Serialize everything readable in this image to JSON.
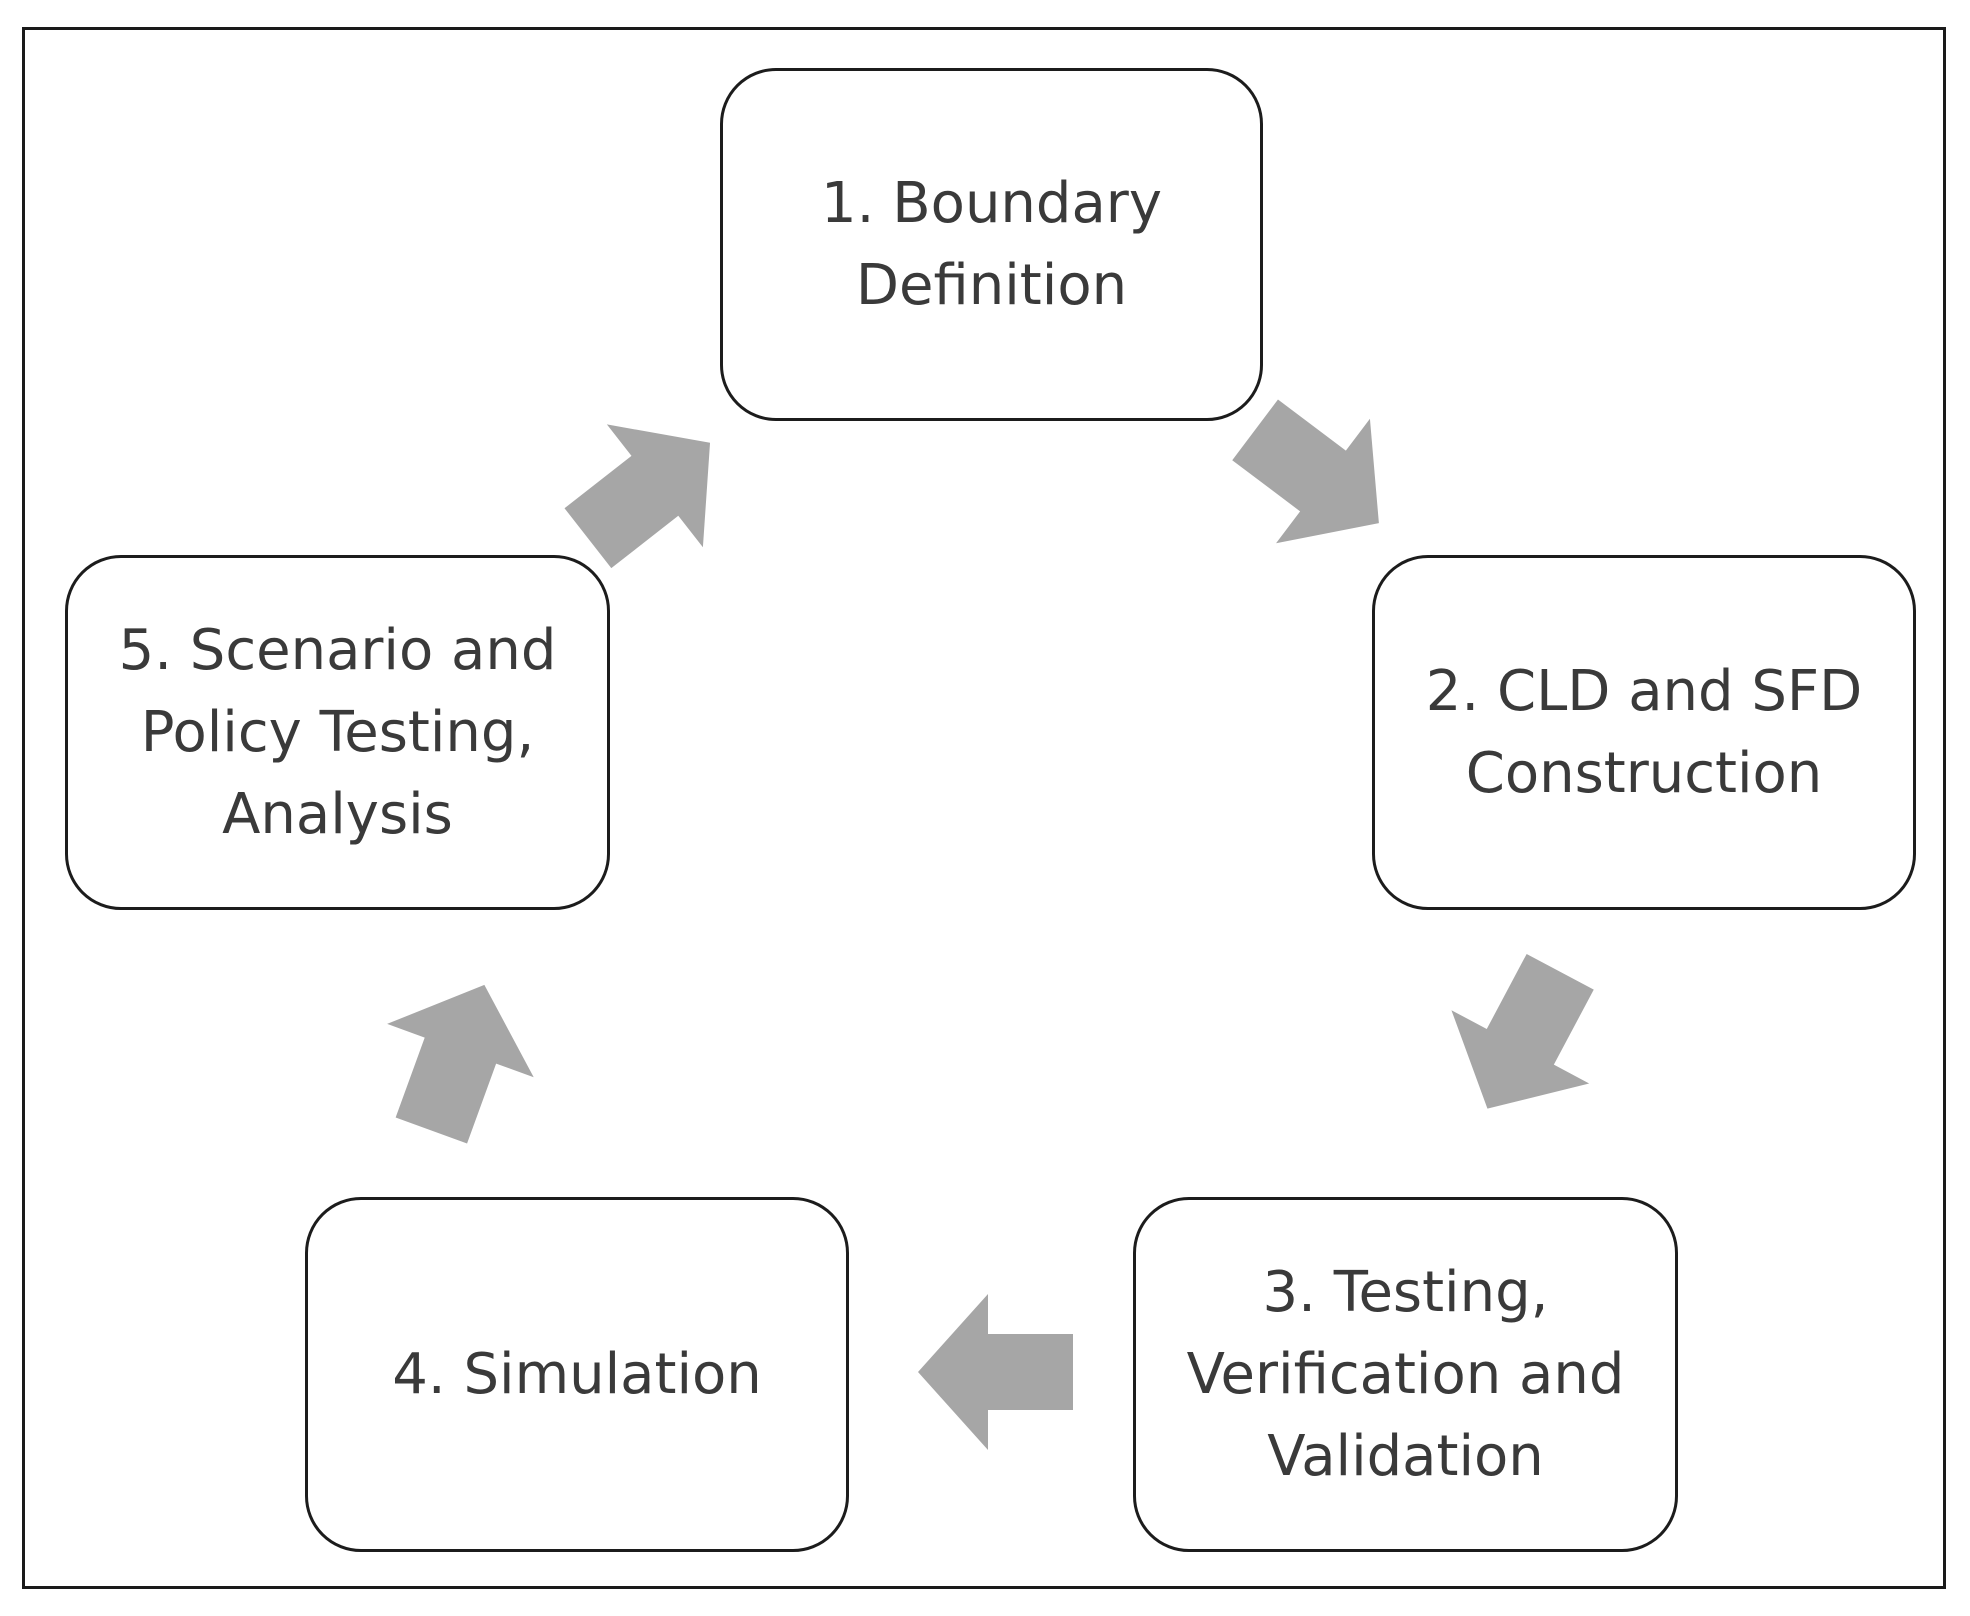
{
  "diagram": {
    "steps": [
      {
        "id": "step-1",
        "label": "1. Boundary\nDefinition"
      },
      {
        "id": "step-2",
        "label": "2. CLD and SFD\nConstruction"
      },
      {
        "id": "step-3",
        "label": "3. Testing,\nVerification and\nValidation"
      },
      {
        "id": "step-4",
        "label": "4. Simulation"
      },
      {
        "id": "step-5",
        "label": "5. Scenario and\nPolicy Testing,\nAnalysis"
      }
    ],
    "arrow_color": "#a6a6a6",
    "box_border_color": "#1c1c1c",
    "text_color": "#3a3a3a"
  }
}
